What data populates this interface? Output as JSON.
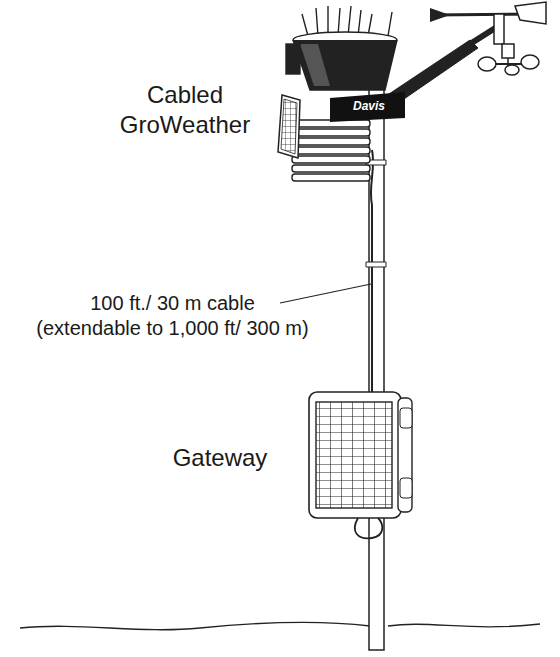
{
  "diagram": {
    "labels": [
      "Cabled GroWeather",
      "100 ft./ 30 m cable (extendable to 1,000 ft/ 300 m)",
      "Gateway",
      "Davis"
    ]
  }
}
